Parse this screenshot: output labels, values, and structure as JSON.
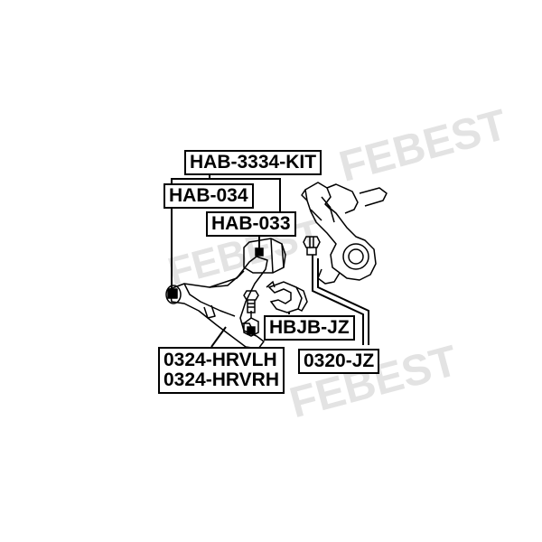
{
  "watermark": {
    "text": "FEBEST"
  },
  "parts": {
    "kit": "HAB-3334-KIT",
    "bushing_rear": "HAB-034",
    "bushing_front": "HAB-033",
    "stabilizer_bushing": "HBJB-JZ",
    "ball_joint": "0320-JZ",
    "arm_left": "0324-HRVLH",
    "arm_right": "0324-HRVRH"
  },
  "colors": {
    "ink": "#000000",
    "watermark": "#e3e3e3",
    "background": "#ffffff"
  }
}
